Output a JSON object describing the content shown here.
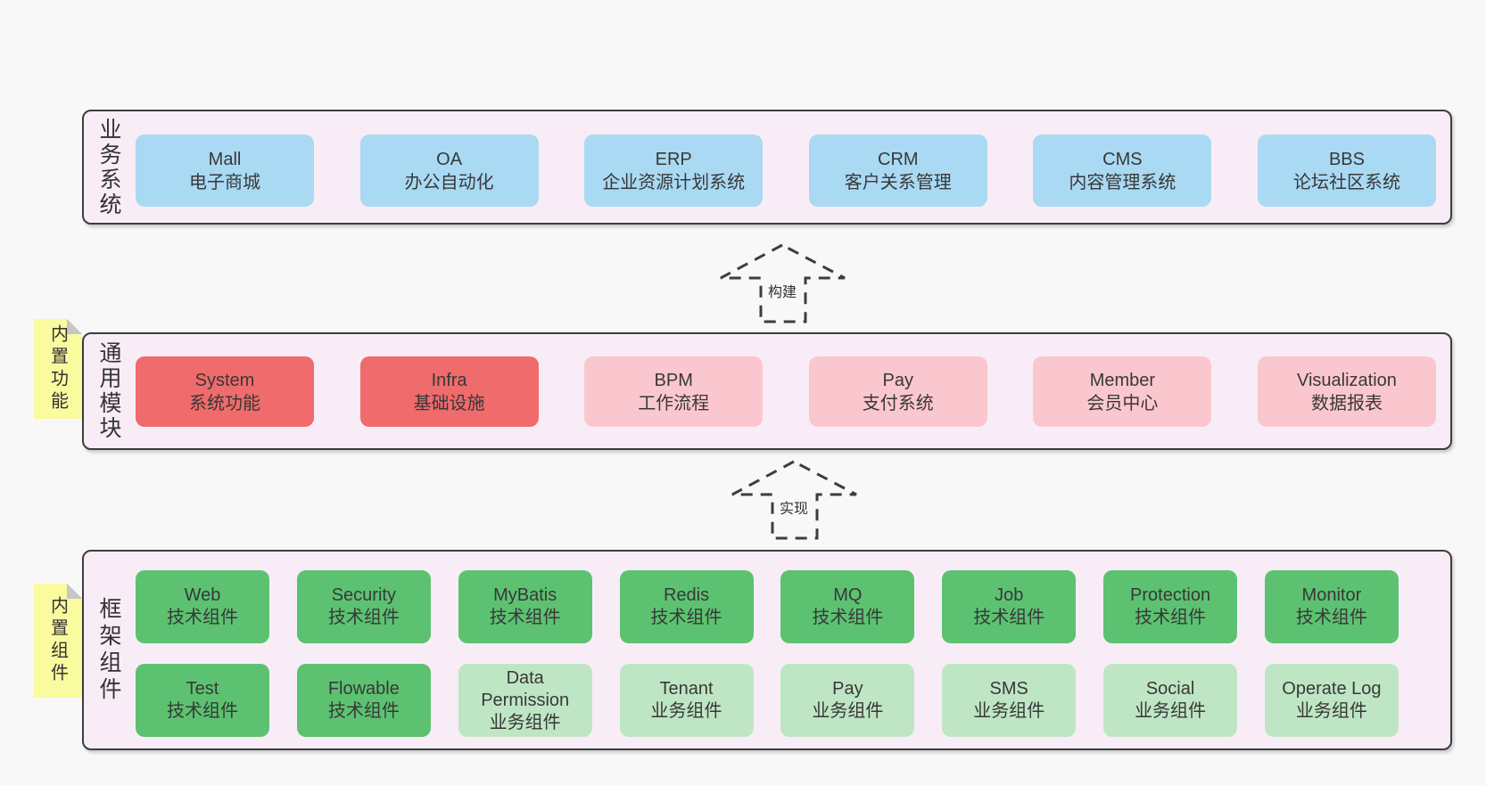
{
  "colors": {
    "page_bg": "#f8f8f8",
    "layer_bg": "#f8edf6",
    "border": "#3d3d3d",
    "box_blue": "#a9d9f3",
    "box_red": "#f06b6b",
    "box_pink": "#fbc7ce",
    "box_green": "#5cc271",
    "box_light_green": "#bfe6c4",
    "sticky_yellow": "#fafa9e",
    "text": "#383838"
  },
  "arrows": [
    {
      "label": "构建"
    },
    {
      "label": "实现"
    }
  ],
  "layers": [
    {
      "label": "业务系统",
      "boxes": [
        {
          "title": "Mall",
          "subtitle": "电子商城",
          "variant": "blue"
        },
        {
          "title": "OA",
          "subtitle": "办公自动化",
          "variant": "blue"
        },
        {
          "title": "ERP",
          "subtitle": "企业资源计划系统",
          "variant": "blue"
        },
        {
          "title": "CRM",
          "subtitle": "客户关系管理",
          "variant": "blue"
        },
        {
          "title": "CMS",
          "subtitle": "内容管理系统",
          "variant": "blue"
        },
        {
          "title": "BBS",
          "subtitle": "论坛社区系统",
          "variant": "blue"
        }
      ]
    },
    {
      "label": "通用模块",
      "sticky": "内置功能",
      "boxes": [
        {
          "title": "System",
          "subtitle": "系统功能",
          "variant": "red"
        },
        {
          "title": "Infra",
          "subtitle": "基础设施",
          "variant": "red"
        },
        {
          "title": "BPM",
          "subtitle": "工作流程",
          "variant": "pink"
        },
        {
          "title": "Pay",
          "subtitle": "支付系统",
          "variant": "pink"
        },
        {
          "title": "Member",
          "subtitle": "会员中心",
          "variant": "pink"
        },
        {
          "title": "Visualization",
          "subtitle": "数据报表",
          "variant": "pink"
        }
      ]
    },
    {
      "label": "框架组件",
      "sticky": "内置组件",
      "rows": [
        [
          {
            "title": "Web",
            "subtitle": "技术组件",
            "variant": "green"
          },
          {
            "title": "Security",
            "subtitle": "技术组件",
            "variant": "green"
          },
          {
            "title": "MyBatis",
            "subtitle": "技术组件",
            "variant": "green"
          },
          {
            "title": "Redis",
            "subtitle": "技术组件",
            "variant": "green"
          },
          {
            "title": "MQ",
            "subtitle": "技术组件",
            "variant": "green"
          },
          {
            "title": "Job",
            "subtitle": "技术组件",
            "variant": "green"
          },
          {
            "title": "Protection",
            "subtitle": "技术组件",
            "variant": "green"
          },
          {
            "title": "Monitor",
            "subtitle": "技术组件",
            "variant": "green"
          }
        ],
        [
          {
            "title": "Test",
            "subtitle": "技术组件",
            "variant": "green"
          },
          {
            "title": "Flowable",
            "subtitle": "技术组件",
            "variant": "green"
          },
          {
            "title": "Data Permission",
            "subtitle": "业务组件",
            "variant": "lgreen"
          },
          {
            "title": "Tenant",
            "subtitle": "业务组件",
            "variant": "lgreen"
          },
          {
            "title": "Pay",
            "subtitle": "业务组件",
            "variant": "lgreen"
          },
          {
            "title": "SMS",
            "subtitle": "业务组件",
            "variant": "lgreen"
          },
          {
            "title": "Social",
            "subtitle": "业务组件",
            "variant": "lgreen"
          },
          {
            "title": "Operate Log",
            "subtitle": "业务组件",
            "variant": "lgreen"
          }
        ]
      ]
    }
  ]
}
